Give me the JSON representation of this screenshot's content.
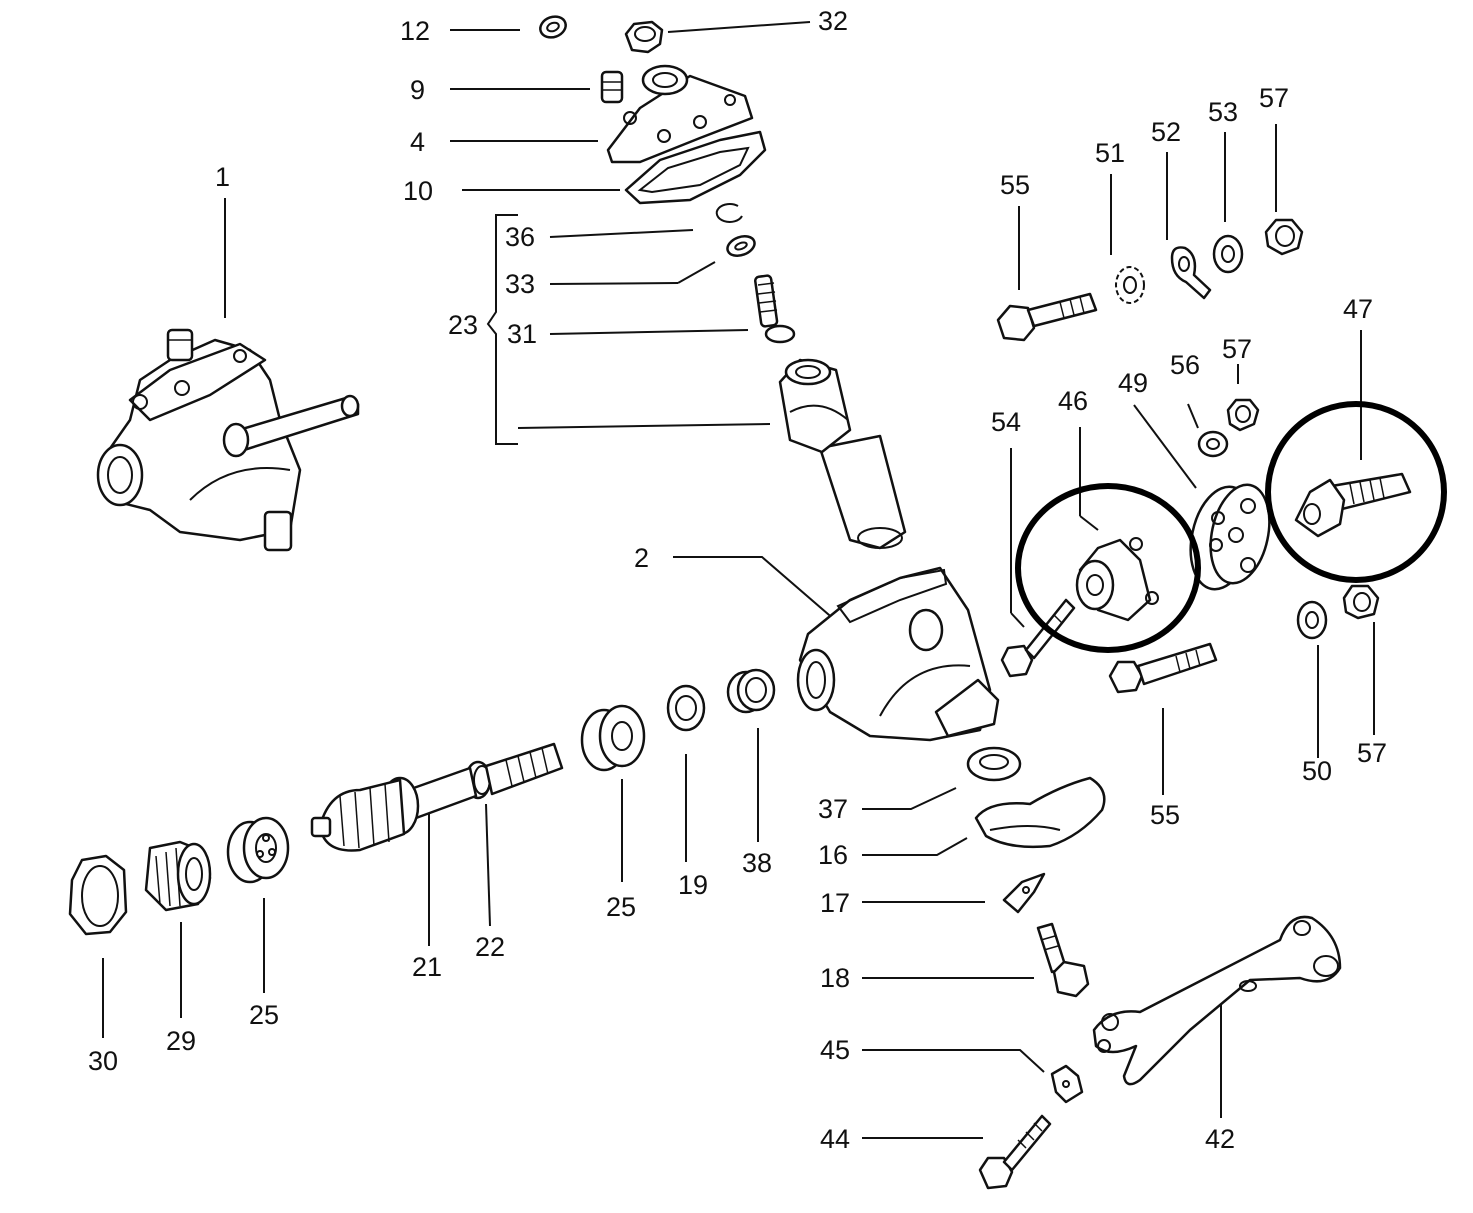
{
  "labels": {
    "l12": "12",
    "l32": "32",
    "l9": "9",
    "l4": "4",
    "l10": "10",
    "l36": "36",
    "l33": "33",
    "l23": "23",
    "l31": "31",
    "l1": "1",
    "l55a": "55",
    "l51": "51",
    "l52": "52",
    "l53": "53",
    "l57a": "57",
    "l47": "47",
    "l56": "56",
    "l57b": "57",
    "l49": "49",
    "l46": "46",
    "l54": "54",
    "l2": "2",
    "l50": "50",
    "l57c": "57",
    "l55b": "55",
    "l37": "37",
    "l16": "16",
    "l17": "17",
    "l18": "18",
    "l45": "45",
    "l44": "44",
    "l42": "42",
    "l25a": "25",
    "l19": "19",
    "l38": "38",
    "l21": "21",
    "l22": "22",
    "l30": "30",
    "l29": "29",
    "l25b": "25"
  },
  "highlights": [
    "part-46",
    "part-47"
  ]
}
